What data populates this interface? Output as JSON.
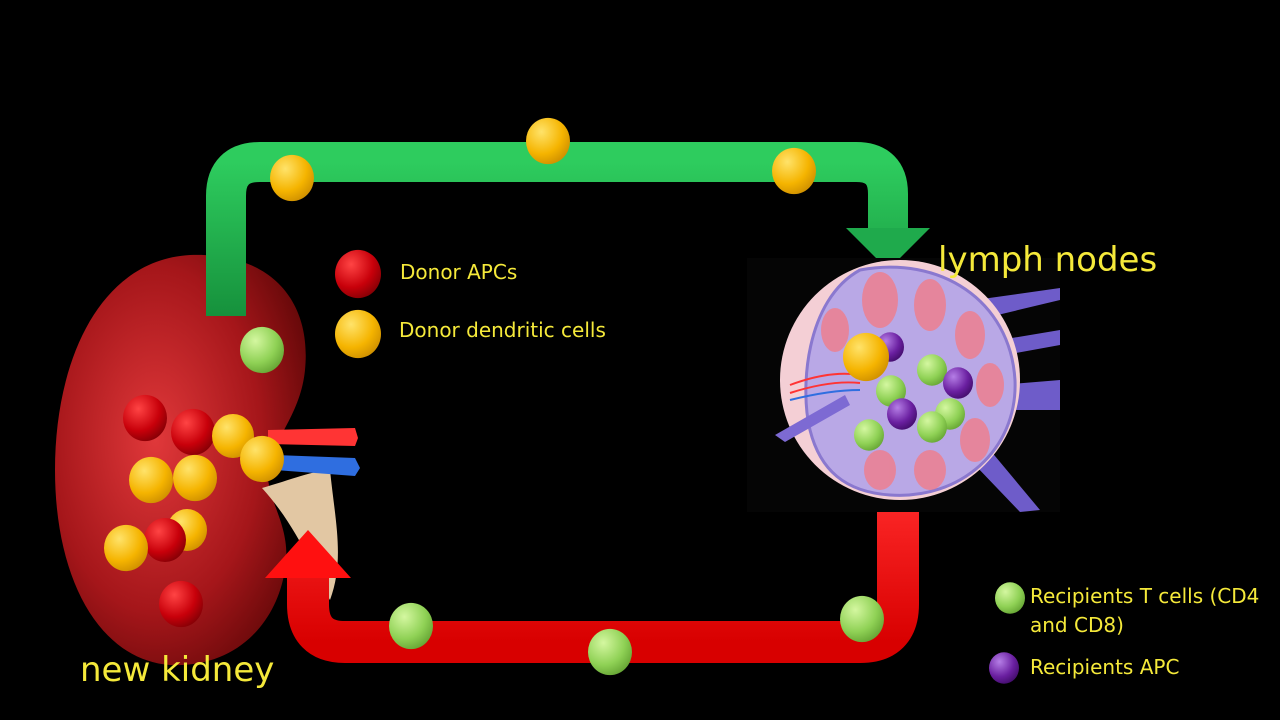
{
  "labels": {
    "kidney": "new kidney",
    "lymph": "lymph nodes"
  },
  "legend": {
    "donor_apcs": "Donor APCs",
    "donor_dendritic": "Donor dendritic cells",
    "recipient_t_line1": "Recipients T cells (CD4",
    "recipient_t_line2": "and CD8)",
    "recipient_apc": "Recipients APC"
  },
  "colors": {
    "background": "#000000",
    "label_text": "#f5e93a",
    "green_arrow": "#1faa4c",
    "red_arrow": "#ff1010",
    "donor_apc": "#c8000a",
    "donor_dendritic": "#f5b400",
    "recipient_t_cell": "#8fd155",
    "recipient_apc": "#6a1fa0",
    "kidney": "#9a1618",
    "lymph_node": "#b9a8e6"
  }
}
